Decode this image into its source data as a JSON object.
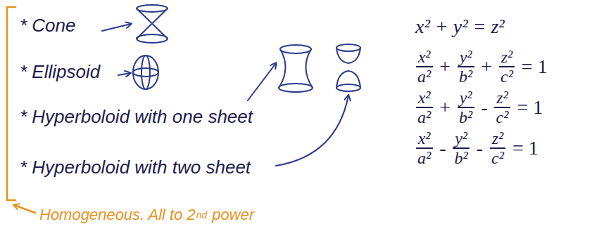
{
  "diagram": {
    "labels": [
      "* Cone",
      "* Ellipsoid",
      "* Hyperboloid with one sheet",
      "* Hyperboloid with two sheet",
      "x² + y² = z²",
      "x²",
      "a²",
      "+",
      "y²",
      "b²",
      "+",
      "z²",
      "c²",
      "= 1",
      "x²",
      "a²",
      "+",
      "y²",
      "b²",
      "-",
      "z²",
      "c²",
      "= 1",
      "x²",
      "a²",
      "-",
      "y²",
      "b²",
      "-",
      "z²",
      "c²",
      "= 1",
      "Homogeneous. All to 2",
      "nd",
      "power"
    ]
  }
}
